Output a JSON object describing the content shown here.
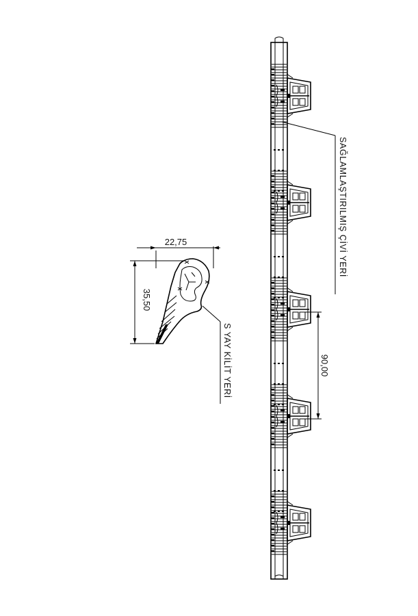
{
  "dimensions": {
    "profile_width": "22,75",
    "profile_height": "35,50",
    "pitch": "90,00"
  },
  "annotations": {
    "reinforced_nail_location": "SAĞLAMLAŞTIRILMIŞ ÇİVİ YERİ",
    "spring_lock_location": "S YAY KİLİT YERİ"
  },
  "strip": {
    "clip_count": 5
  }
}
